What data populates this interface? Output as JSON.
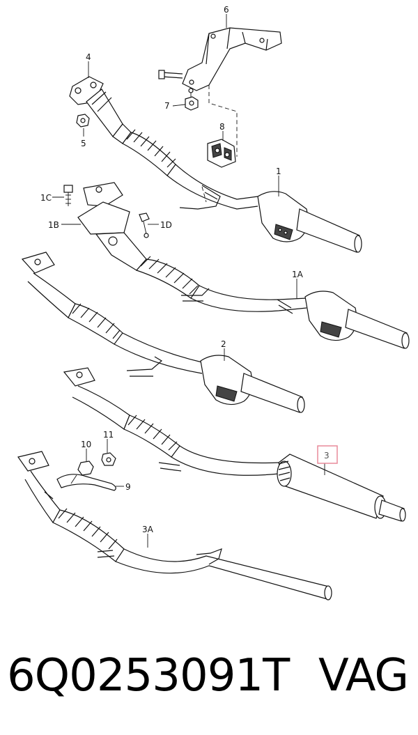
{
  "labels": {
    "p6": "6",
    "p4": "4",
    "p7": "7",
    "p5": "5",
    "p8": "8",
    "p1": "1",
    "p1C": "1C",
    "p1B": "1B",
    "p1D": "1D",
    "p1A": "1A",
    "p2": "2",
    "p3": "3",
    "p10": "10",
    "p11": "11",
    "p9": "9",
    "p3A": "3A"
  },
  "highlight_color": "#e88a9a",
  "footer": {
    "part_number": "6Q0253091T",
    "brand": "VAG"
  }
}
